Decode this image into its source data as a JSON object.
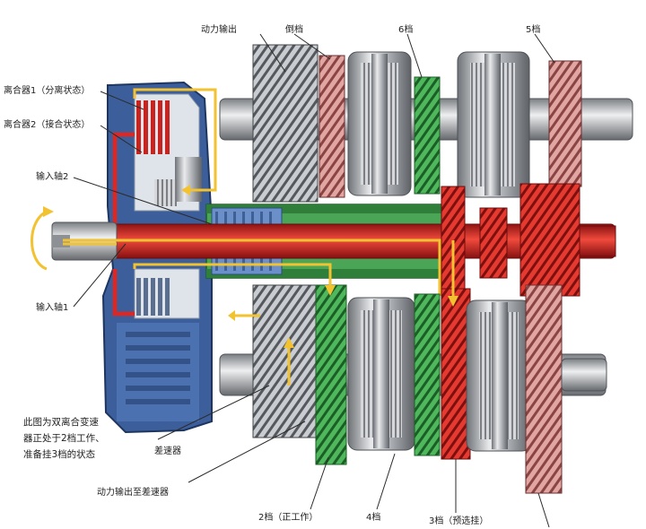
{
  "labels": {
    "power_output": "动力输出",
    "reverse": "倒档",
    "gear6": "6档",
    "gear5": "5档",
    "clutch1": "离合器1（分离状态）",
    "clutch2": "离合器2（接合状态）",
    "input_shaft2": "输入轴2",
    "input_shaft1": "输入轴1",
    "differential": "差速器",
    "power_to_diff": "动力输出至差速器",
    "gear2": "2档（正工作）",
    "gear4": "4档",
    "gear3": "3档（预选挂）"
  },
  "note": {
    "line1": "此图为双离合变速",
    "line2": "器正处于2档工作、",
    "line3": "准备挂3档的状态"
  },
  "colors": {
    "active_path": "#d42a2a",
    "preselect_path": "#3fa34a",
    "power_flow": "#f2c230",
    "housing": "#3c5f9c",
    "steel": "#b9bcc0"
  }
}
